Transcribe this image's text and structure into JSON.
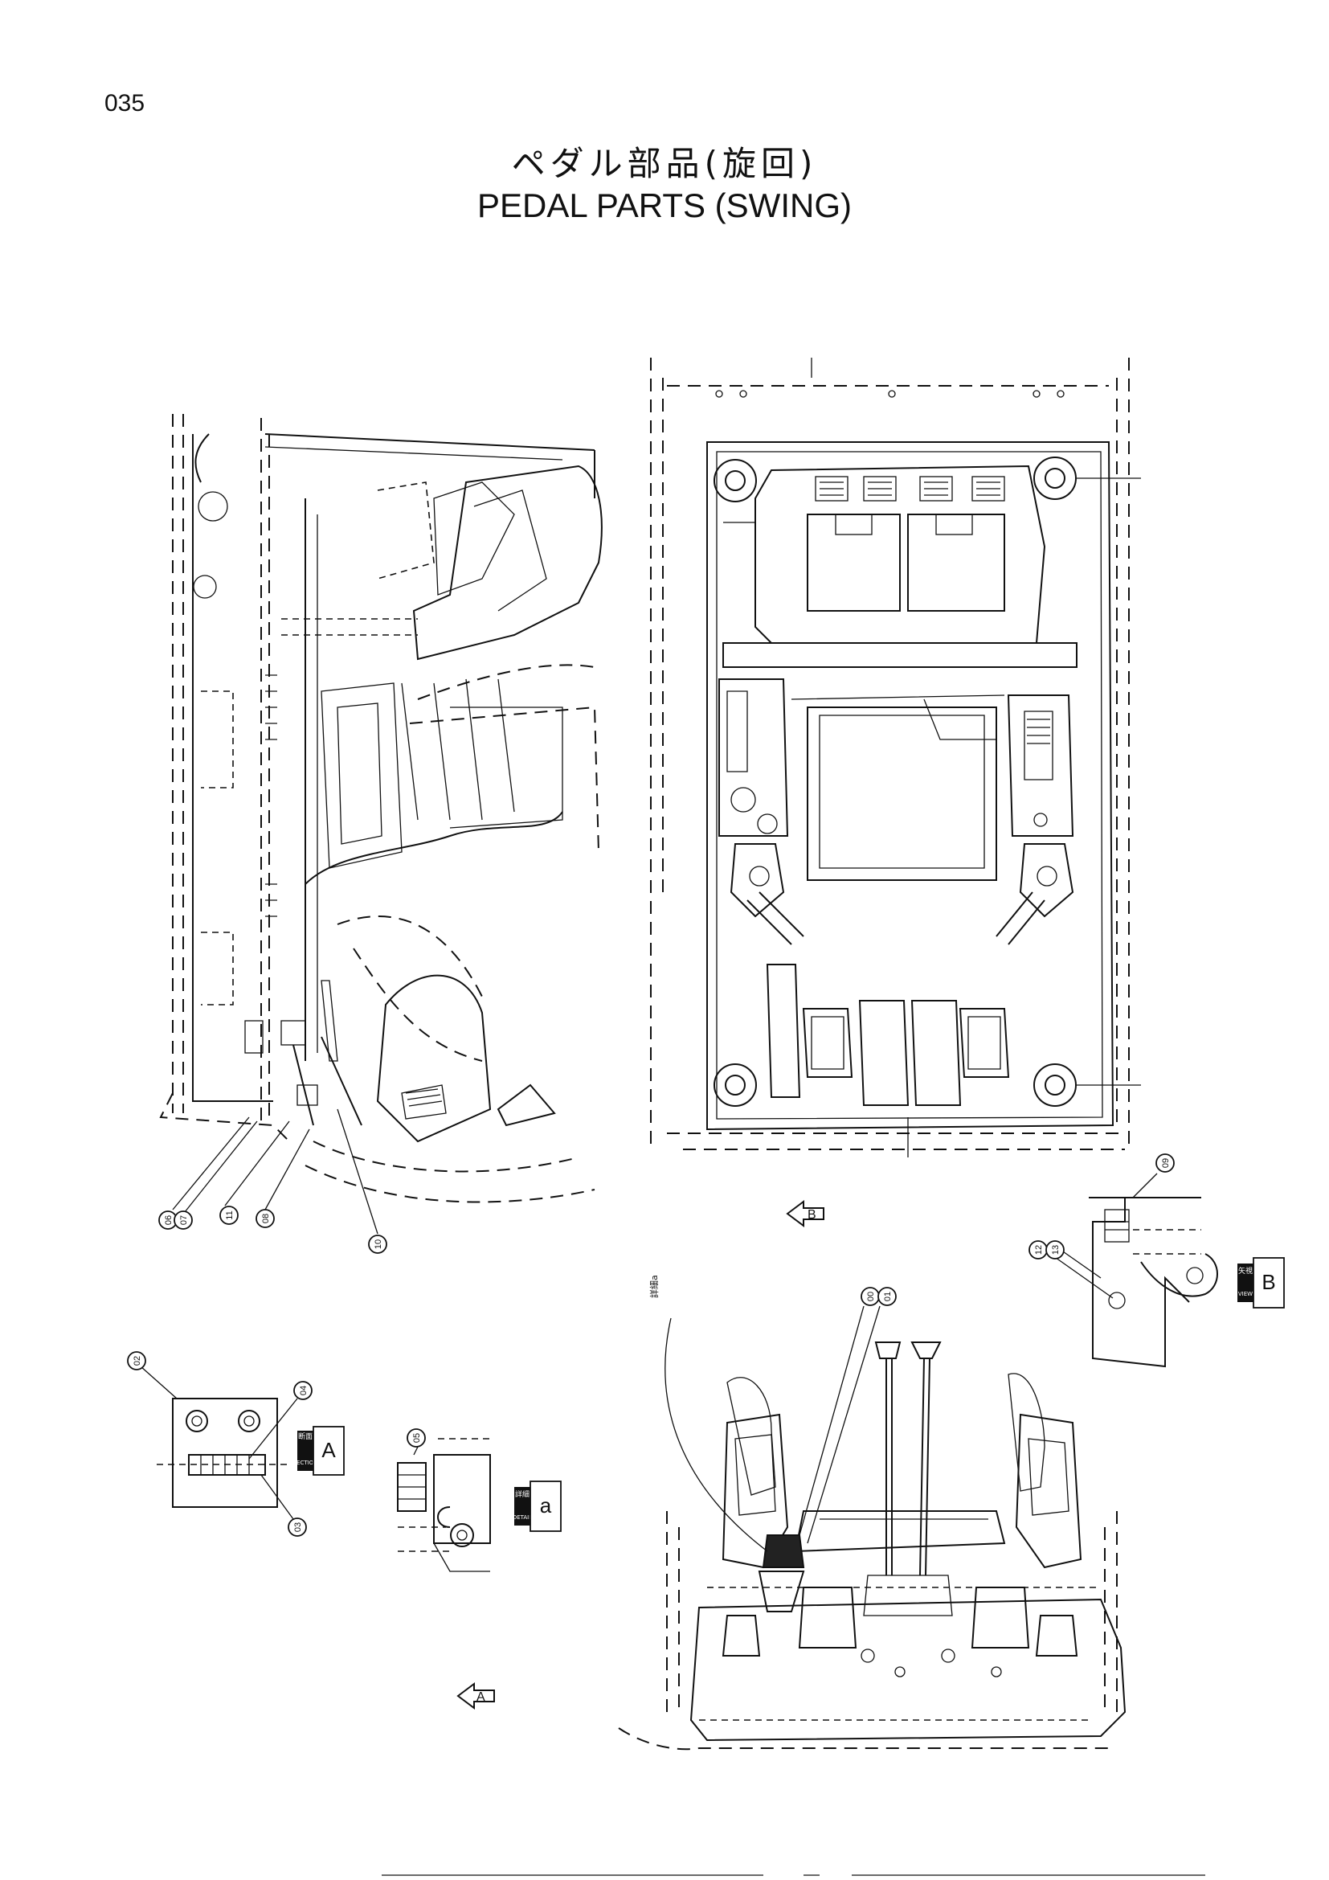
{
  "page": {
    "number": "035",
    "title_jp": "ペダル部品(旋回)",
    "title_en": "PEDAL PARTS (SWING)"
  },
  "callouts": [
    "00",
    "01",
    "02",
    "03",
    "04",
    "05",
    "06",
    "07",
    "08",
    "09",
    "10",
    "11",
    "12",
    "13"
  ],
  "views": {
    "section": {
      "jp": "断面",
      "en": "SECTION",
      "letter": "A"
    },
    "detail": {
      "jp": "詳細",
      "en": "DETAIL",
      "letter": "a"
    },
    "view": {
      "jp": "矢視",
      "en": "VIEW",
      "letter": "B"
    },
    "detail_marker": "詳細a",
    "arrow_b": "B",
    "arrow_a": "A"
  }
}
